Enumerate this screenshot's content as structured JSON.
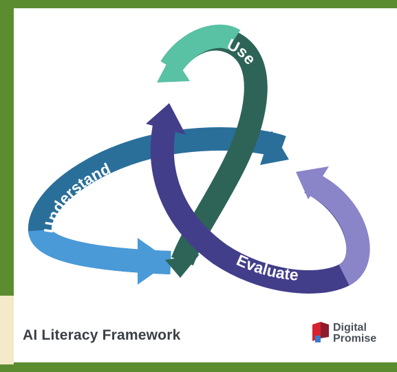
{
  "diagram": {
    "labels": {
      "understand": "Understand",
      "use": "Use",
      "evaluate": "Evaluate"
    },
    "colors": {
      "frame_green": "#5b8d30",
      "use_light": "#59c1a4",
      "use_dark": "#2e6458",
      "understand_light": "#4a9ad8",
      "understand_dark": "#2a6f9a",
      "evaluate_light": "#8a84c8",
      "evaluate_dark": "#433e8a"
    }
  },
  "caption": "AI Literacy Framework",
  "logo": {
    "line1": "Digital",
    "line2": "Promise",
    "mark_icon": "digital-promise-flag-icon"
  }
}
